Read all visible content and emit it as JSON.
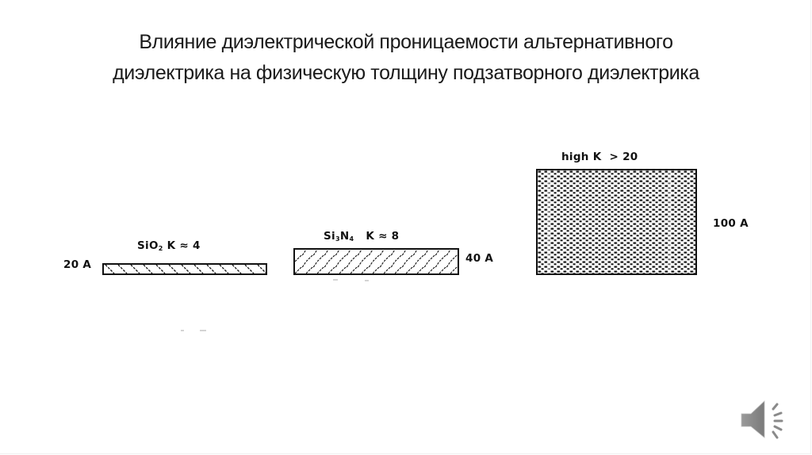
{
  "slide": {
    "title_lines": [
      "Влияние диэлектрической проницаемости альтернативного",
      "диэлектрика на физическую толщину подзатворного диэлектрика"
    ]
  },
  "diagram": {
    "layers": [
      {
        "material": "SiO",
        "material_sub": "2",
        "k_label": "K ≈ 4",
        "thickness_label": "20 A",
        "fill_pattern": "hatch-backslash"
      },
      {
        "material": "Si",
        "material_sub": "3",
        "material_mid": "N",
        "material_sub2": "4",
        "k_label": "K ≈ 8",
        "thickness_label": "40 A",
        "fill_pattern": "hatch-slash"
      },
      {
        "material": "high K",
        "k_label": "> 20",
        "thickness_label": "100 A",
        "fill_pattern": "dense-dots"
      }
    ]
  },
  "controls": {
    "audio_icon": "speaker-icon"
  },
  "colors": {
    "text": "#1a1a1a",
    "line": "#111111",
    "speaker": "#8a8a8a"
  }
}
